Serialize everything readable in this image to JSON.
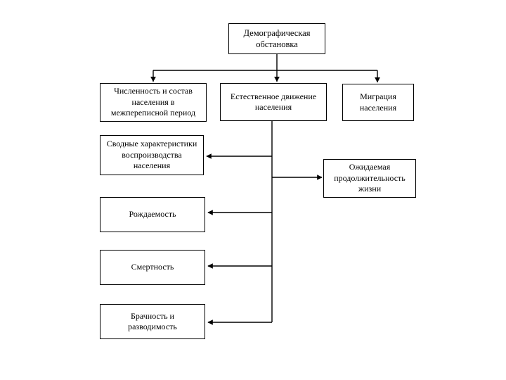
{
  "diagram": {
    "title_text": "Демографическая обстановка",
    "background_color": "#ffffff",
    "line_color": "#000000",
    "nodes": {
      "root": {
        "label": "Демографическая\nобстановка"
      },
      "population_size": {
        "label": "Численность и состав\nнаселения в\nмежпереписной период"
      },
      "natural_movement": {
        "label": "Естественное движение\nнаселения"
      },
      "migration": {
        "label": "Миграция\nнаселения"
      },
      "summary_reproduction": {
        "label": "Сводные характеристики\nвоспроизводства\nнаселения"
      },
      "life_expectancy": {
        "label": "Ожидаемая\nпродолжительность\nжизни"
      },
      "births": {
        "label": "Рождаемость"
      },
      "deaths": {
        "label": "Смертность"
      },
      "marriage_divorce": {
        "label": "Брачность и\nразводимость"
      }
    },
    "edges": [
      {
        "from": "root",
        "to": "population_size",
        "direction": "down"
      },
      {
        "from": "root",
        "to": "natural_movement",
        "direction": "down"
      },
      {
        "from": "root",
        "to": "migration",
        "direction": "down"
      },
      {
        "from": "natural_movement",
        "to": "summary_reproduction",
        "direction": "left"
      },
      {
        "from": "natural_movement",
        "to": "life_expectancy",
        "direction": "right"
      },
      {
        "from": "natural_movement",
        "to": "births",
        "direction": "left"
      },
      {
        "from": "natural_movement",
        "to": "deaths",
        "direction": "left"
      },
      {
        "from": "natural_movement",
        "to": "marriage_divorce",
        "direction": "left"
      }
    ]
  }
}
